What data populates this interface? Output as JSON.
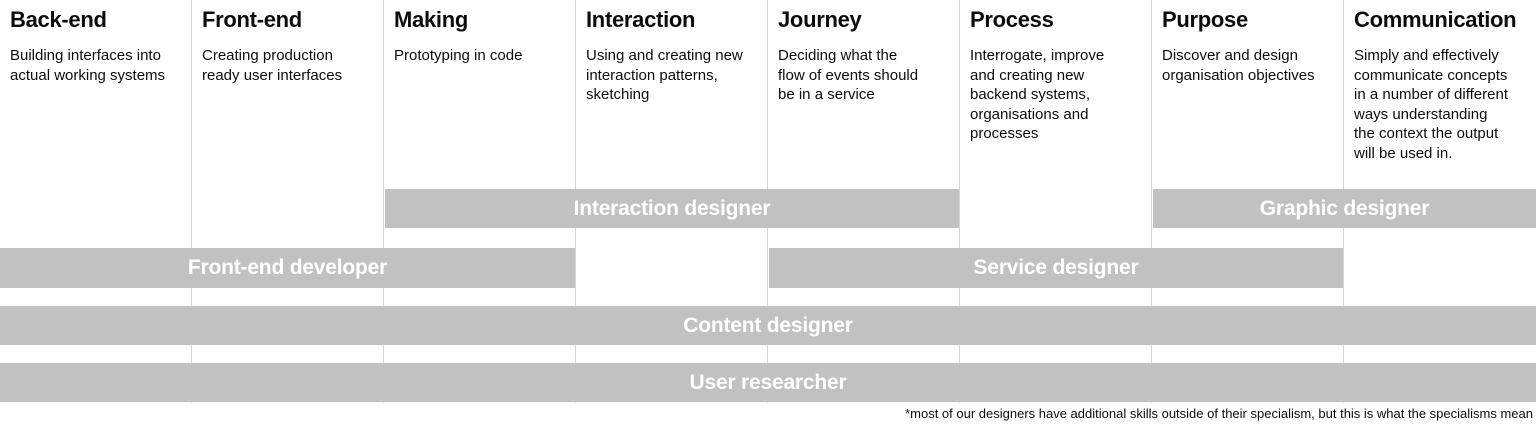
{
  "columns": [
    {
      "title": "Back-end",
      "description": "Building interfaces into\nactual working systems"
    },
    {
      "title": "Front-end",
      "description": "Creating production\nready user interfaces"
    },
    {
      "title": "Making",
      "description": "Prototyping in code"
    },
    {
      "title": "Interaction",
      "description": "Using and creating new\ninteraction patterns,\nsketching"
    },
    {
      "title": "Journey",
      "description": "Deciding what the\nflow of events should\nbe in a service"
    },
    {
      "title": "Process",
      "description": "Interrogate, improve\nand creating new\nbackend systems,\norganisations and\nprocesses"
    },
    {
      "title": "Purpose",
      "description": "Discover and design\norganisation objectives"
    },
    {
      "title": "Communication",
      "description": "Simply and effectively\ncommunicate concepts\nin a number of different\nways understanding\nthe context the output\nwill be used in."
    }
  ],
  "roles": [
    {
      "label": "Interaction designer",
      "row": 1,
      "spans_columns": [
        "Making",
        "Interaction",
        "Journey"
      ]
    },
    {
      "label": "Graphic designer",
      "row": 1,
      "spans_columns": [
        "Purpose",
        "Communication"
      ]
    },
    {
      "label": "Front-end developer",
      "row": 2,
      "spans_columns": [
        "Back-end",
        "Front-end",
        "Making"
      ]
    },
    {
      "label": "Service designer",
      "row": 2,
      "spans_columns": [
        "Journey",
        "Process",
        "Purpose"
      ]
    },
    {
      "label": "Content designer",
      "row": 3,
      "spans_columns": [
        "Back-end",
        "Front-end",
        "Making",
        "Interaction",
        "Journey",
        "Process",
        "Purpose",
        "Communication"
      ]
    },
    {
      "label": "User researcher",
      "row": 4,
      "spans_columns": [
        "Back-end",
        "Front-end",
        "Making",
        "Interaction",
        "Journey",
        "Process",
        "Purpose",
        "Communication"
      ]
    }
  ],
  "footnote": "*most of our designers have additional skills outside of their specialism, but this is what the specialisms mean",
  "colors": {
    "background": "#ffffff",
    "bar": "#c1c1c1",
    "bar_text": "#ffffff",
    "text": "#0b0c0c",
    "divider": "#d6d6d6"
  }
}
